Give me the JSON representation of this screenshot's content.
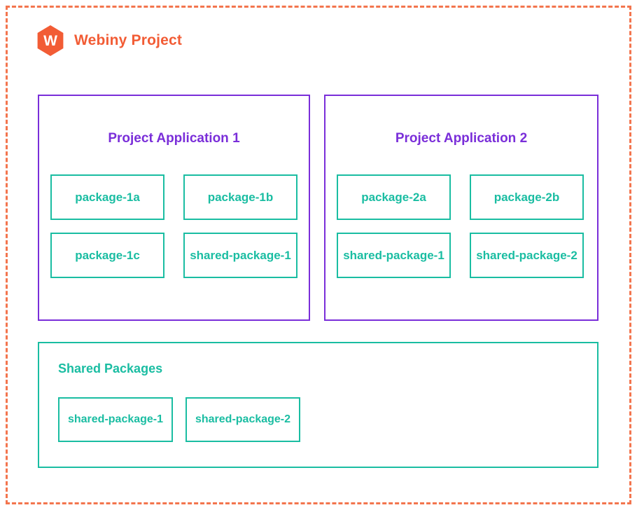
{
  "header": {
    "logo_letter": "W",
    "title": "Webiny Project"
  },
  "applications": [
    {
      "title": "Project Application 1",
      "packages": [
        "package-1a",
        "package-1b",
        "package-1c",
        "shared-package-1"
      ]
    },
    {
      "title": "Project Application 2",
      "packages": [
        "package-2a",
        "package-2b",
        "shared-package-1",
        "shared-package-2"
      ]
    }
  ],
  "shared": {
    "title": "Shared Packages",
    "packages": [
      "shared-package-1",
      "shared-package-2"
    ]
  },
  "colors": {
    "orange_accent": "#f25c35",
    "orange_dashed_border": "#f3754e",
    "purple_accent": "#7a2ed9",
    "teal_accent": "#1abda2",
    "background": "#ffffff"
  }
}
